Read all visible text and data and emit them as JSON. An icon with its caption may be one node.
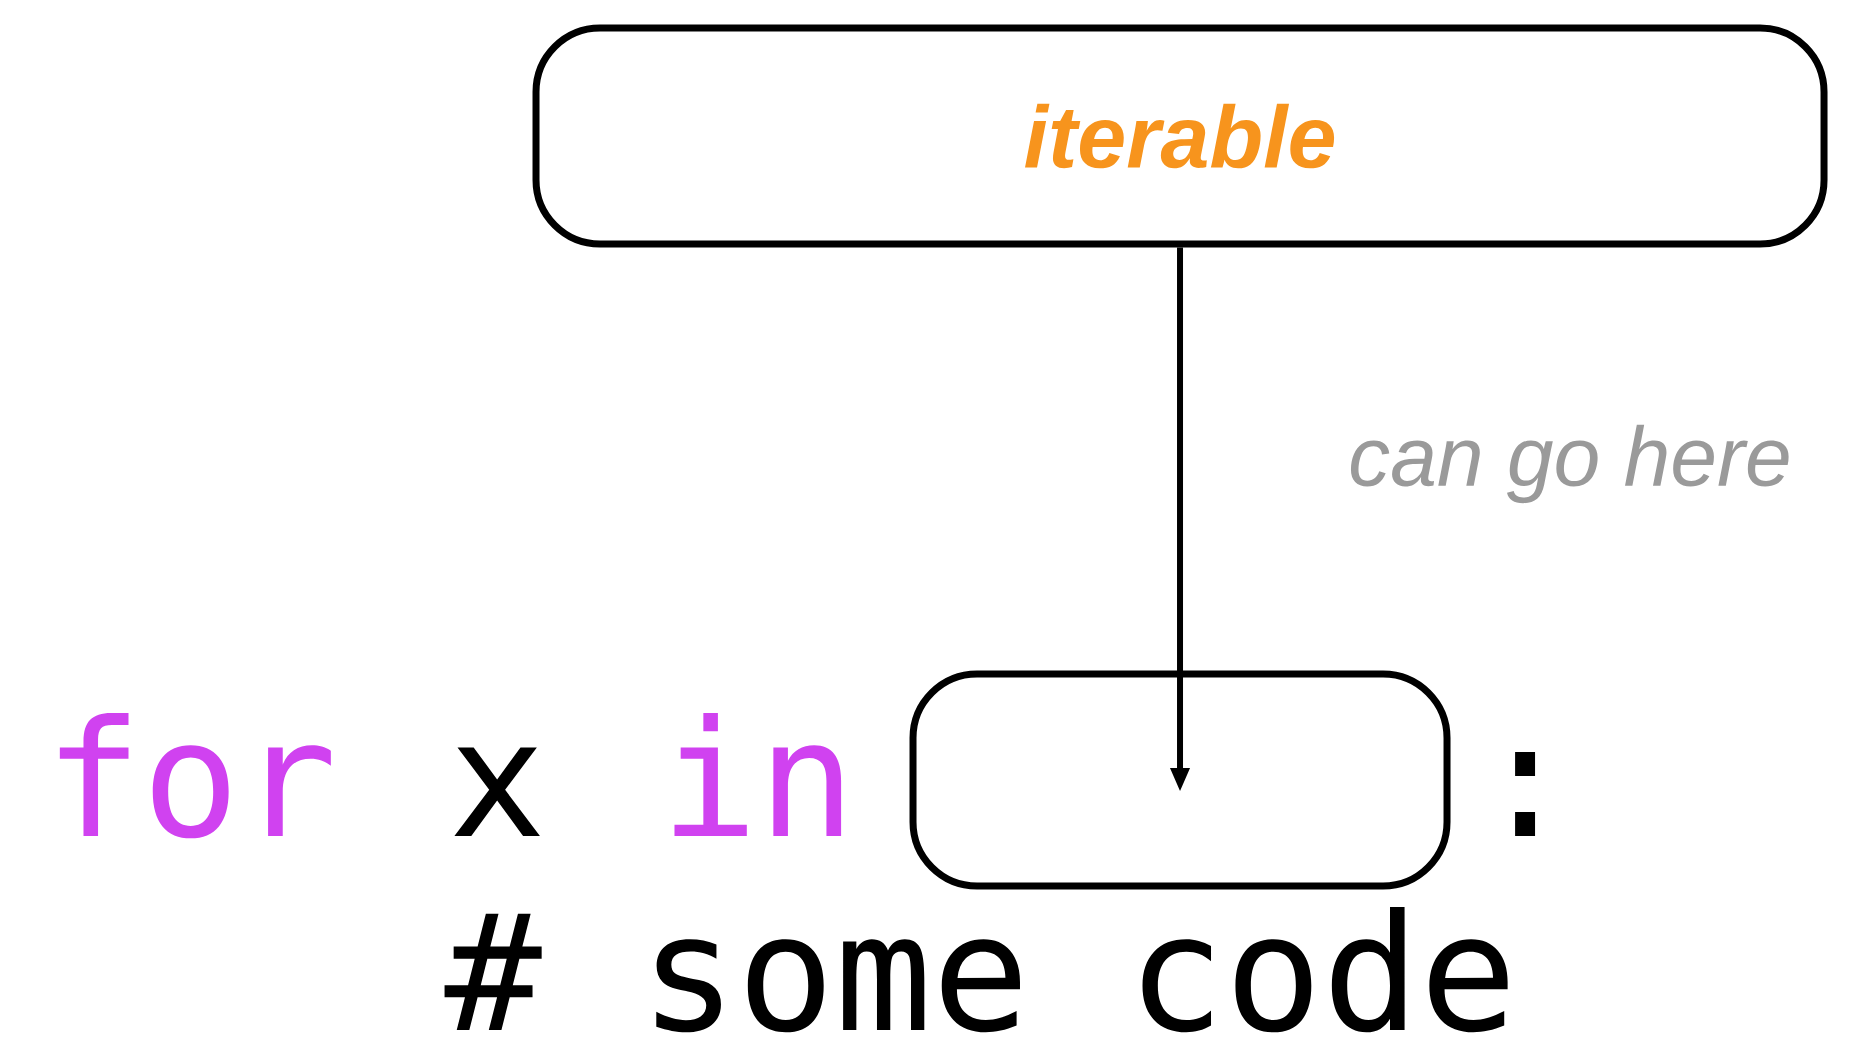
{
  "diagram": {
    "nodes": [
      {
        "text": [
          "iterable"
        ]
      },
      {
        "text": [],
        "shape": "box"
      }
    ],
    "edges": [
      {
        "from": 0,
        "to": 1,
        "arrow": "to",
        "label": "can go here"
      }
    ],
    "labels": [
      "for",
      "x",
      "in",
      ":",
      "# some code"
    ]
  }
}
